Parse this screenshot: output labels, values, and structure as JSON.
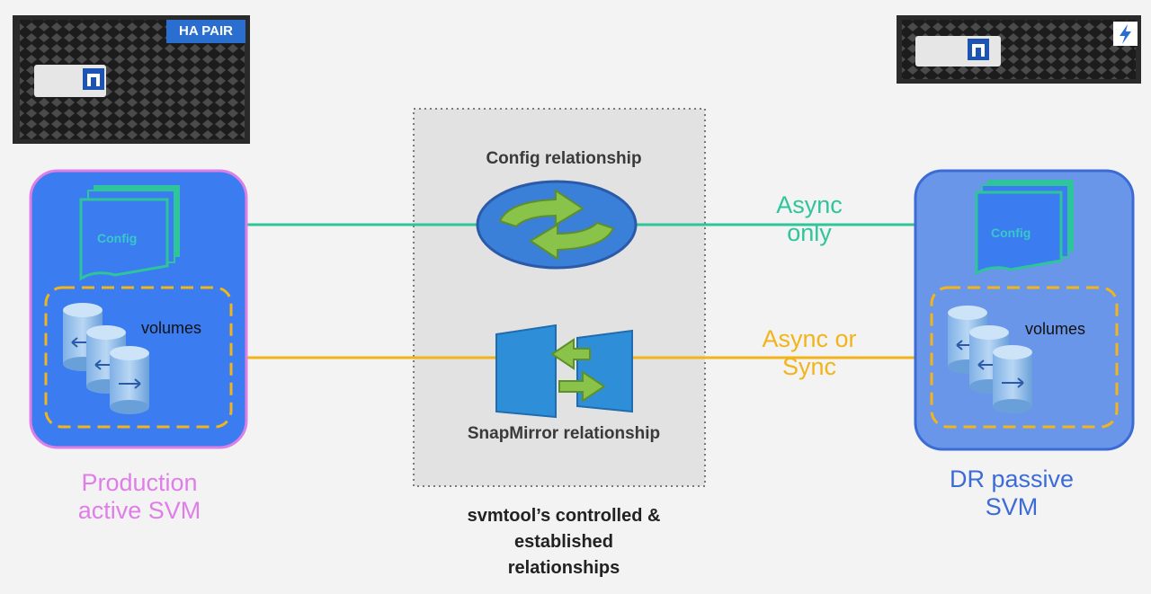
{
  "hardware": {
    "left_badge": "HA PAIR",
    "left_logo": "netapp-logo",
    "right_logo": "netapp-logo",
    "right_badge_icon": "lightning-icon"
  },
  "production_svm": {
    "label": "Production\nactive SVM",
    "config_label": "Config",
    "volumes_label": "volumes"
  },
  "dr_svm": {
    "label": "DR passive\nSVM",
    "config_label": "Config",
    "volumes_label": "volumes"
  },
  "relationships": {
    "config_relationship": "Config relationship",
    "snapmirror_relationship": "SnapMirror relationship",
    "config_mode": "Async\nonly",
    "snapmirror_mode": "Async or\nSync",
    "caption": "svmtool’s controlled &\nestablished\nrelationships"
  },
  "colors": {
    "config_line": "#2fc59a",
    "snapmirror_line": "#f2b41a",
    "production_border": "#e07ee8",
    "svm_fill": "#3b7df0",
    "dr_fill": "#6a96ea",
    "panel_fill": "#e2e2e2"
  }
}
